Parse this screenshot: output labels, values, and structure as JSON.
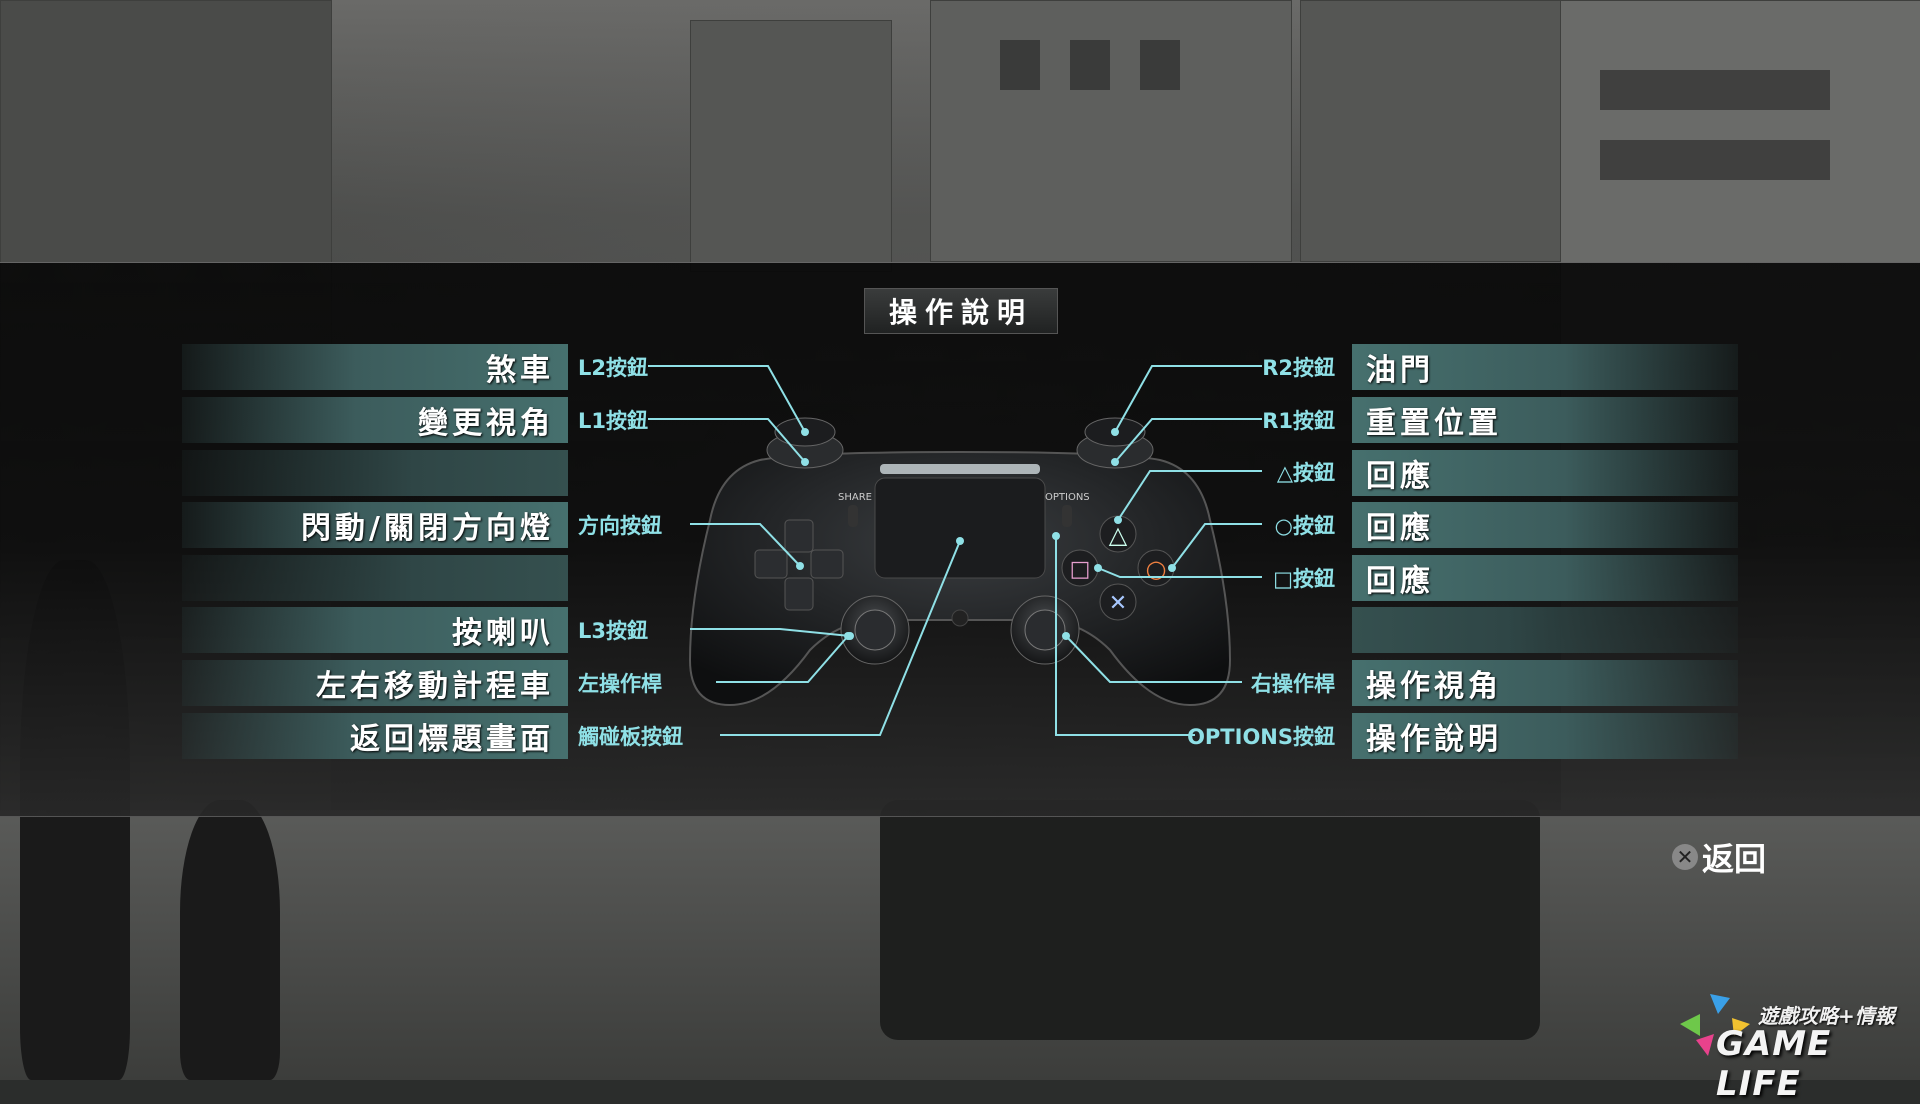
{
  "screen": {
    "title": "操作說明",
    "accent_color": "#8fe0e6",
    "row_color": "#46706e"
  },
  "left_rows": [
    {
      "action": "煞車",
      "button": "L2按鈕"
    },
    {
      "action": "變更視角",
      "button": "L1按鈕"
    },
    {
      "action": "",
      "button": ""
    },
    {
      "action": "閃動/關閉方向燈",
      "button": "方向按鈕"
    },
    {
      "action": "",
      "button": ""
    },
    {
      "action": "按喇叭",
      "button": "L3按鈕"
    },
    {
      "action": "左右移動計程車",
      "button": "左操作桿"
    },
    {
      "action": "返回標題畫面",
      "button": "觸碰板按鈕"
    }
  ],
  "right_rows": [
    {
      "action": "油門",
      "button": "R2按鈕"
    },
    {
      "action": "重置位置",
      "button": "R1按鈕"
    },
    {
      "action": "回應",
      "button": "△按鈕"
    },
    {
      "action": "回應",
      "button": "○按鈕"
    },
    {
      "action": "回應",
      "button": "□按鈕"
    },
    {
      "action": "",
      "button": ""
    },
    {
      "action": "操作視角",
      "button": "右操作桿"
    },
    {
      "action": "操作說明",
      "button": "OPTIONS按鈕"
    }
  ],
  "controller": {
    "share_label": "SHARE",
    "options_label": "OPTIONS",
    "triangle": "△",
    "circle": "○",
    "square": "□",
    "cross": "✕"
  },
  "footer": {
    "back_icon": "✕",
    "back_label": "返回"
  },
  "watermark": {
    "tagline": "遊戲攻略+情報",
    "brand": "GAME LIFE"
  }
}
